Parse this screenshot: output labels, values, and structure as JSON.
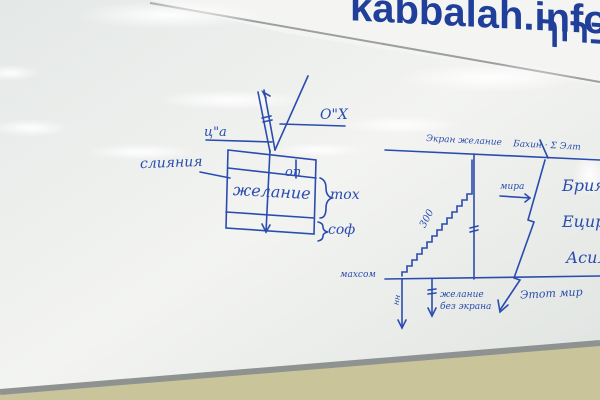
{
  "banner": {
    "url_text": "kabbalah.info",
    "hebrew_text": "ברוך"
  },
  "whiteboard": {
    "left_diagram": {
      "label_merge": "слияния",
      "label_top": "ц\"а",
      "label_ox": "О\"Х",
      "label_or": "оп",
      "label_desire": "желание",
      "label_tox": "тох",
      "label_sof": "соф"
    },
    "right_diagram": {
      "top_label_left": "Экран желание",
      "top_label_right": "Бахин · Σ Элт",
      "stairs_label": "300",
      "arrow_label": "мира",
      "world_list": [
        "Брия",
        "Ецира",
        "Асия"
      ],
      "label_machsom": "махсом",
      "label_under": "нн",
      "label_desire_no_screen": "желание без экрана",
      "label_this_world": "Этот мир"
    }
  },
  "colors": {
    "ink": "#2a4cae",
    "banner_ink": "#1f3f9b",
    "board": "#eef0ee",
    "wall": "#b9bdb6"
  }
}
